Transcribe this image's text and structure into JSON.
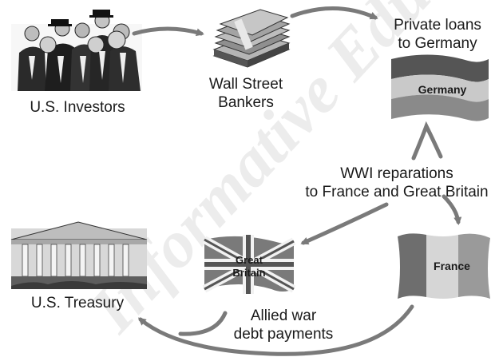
{
  "nodes": {
    "us_investors": {
      "label": "U.S. Investors",
      "icon": "investors-group-icon"
    },
    "wall_street": {
      "label_line1": "Wall Street",
      "label_line2": "Bankers",
      "icon": "money-stack-icon"
    },
    "private_loans": {
      "label_line1": "Private loans",
      "label_line2": "to Germany"
    },
    "germany": {
      "flag_label": "Germany",
      "icon": "germany-flag-icon"
    },
    "reparations": {
      "label_line1": "WWI reparations",
      "label_line2": "to France and Great Britain"
    },
    "great_britain": {
      "flag_label_line1": "Great",
      "flag_label_line2": "Britain",
      "icon": "union-jack-flag-icon"
    },
    "france": {
      "flag_label": "France",
      "icon": "france-flag-icon"
    },
    "allied_debt": {
      "label_line1": "Allied war",
      "label_line2": "debt payments"
    },
    "us_treasury": {
      "label": "U.S. Treasury",
      "icon": "treasury-building-icon"
    }
  },
  "watermark": {
    "text": "Informative Education"
  },
  "colors": {
    "arrow": "#7a7a7a",
    "ink": "#1a1a1a",
    "watermark": "#ececec"
  }
}
